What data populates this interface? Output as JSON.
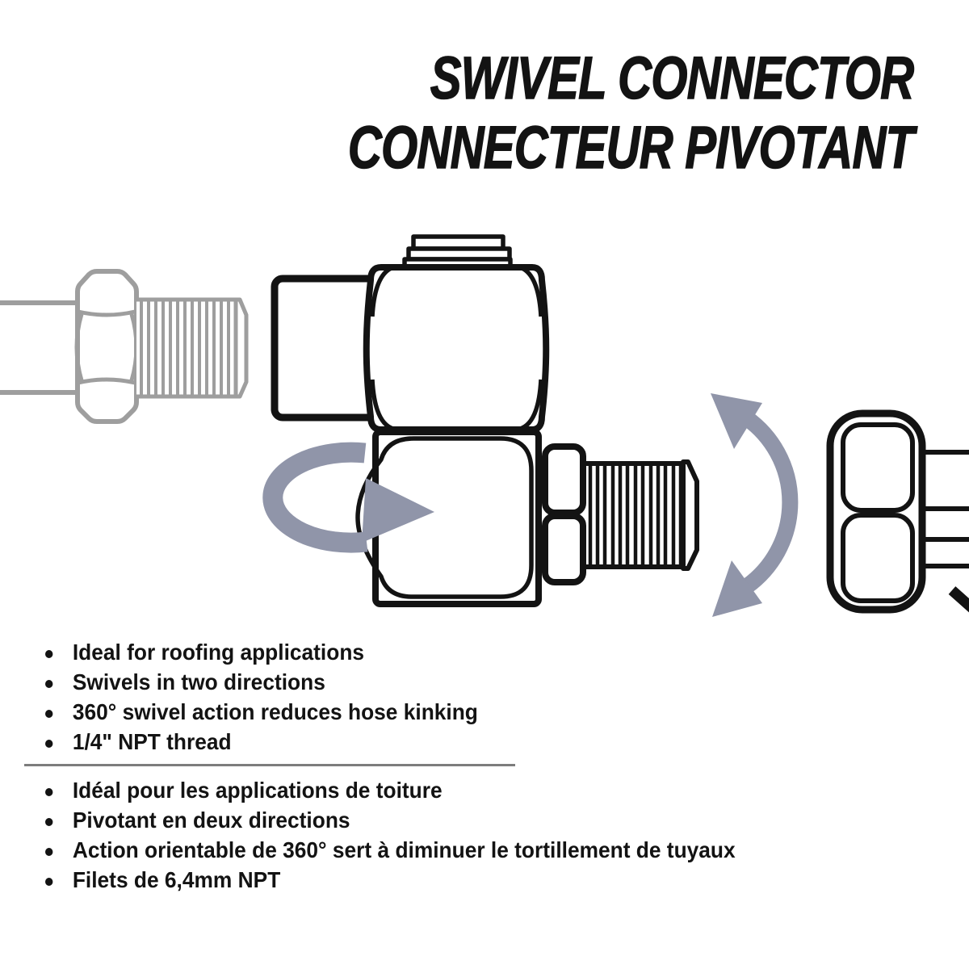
{
  "title": {
    "line1": "SWIVEL CONNECTOR",
    "line2": "CONNECTEUR PIVOTANT"
  },
  "features_en": [
    "Ideal for roofing applications",
    "Swivels in two directions",
    "360° swivel action reduces hose kinking",
    "1/4\" NPT thread"
  ],
  "features_fr": [
    "Idéal pour les applications de toiture",
    "Pivotant en deux directions",
    "Action orientable de 360° sert à diminuer le tortillement de tuyaux",
    "Filets de 6,4mm NPT"
  ],
  "colors": {
    "ink": "#131313",
    "gray_part": "#9e9e9e",
    "arrow": "#9095a9",
    "divider": "#7d7d7d"
  },
  "diagram": {
    "left_fitting": "threaded-male-fitting-gray",
    "center": "swivel-connector",
    "right_fitting": "hose-coupler",
    "arrows": [
      "360-rotation-arrow",
      "pivot-arrow"
    ]
  }
}
